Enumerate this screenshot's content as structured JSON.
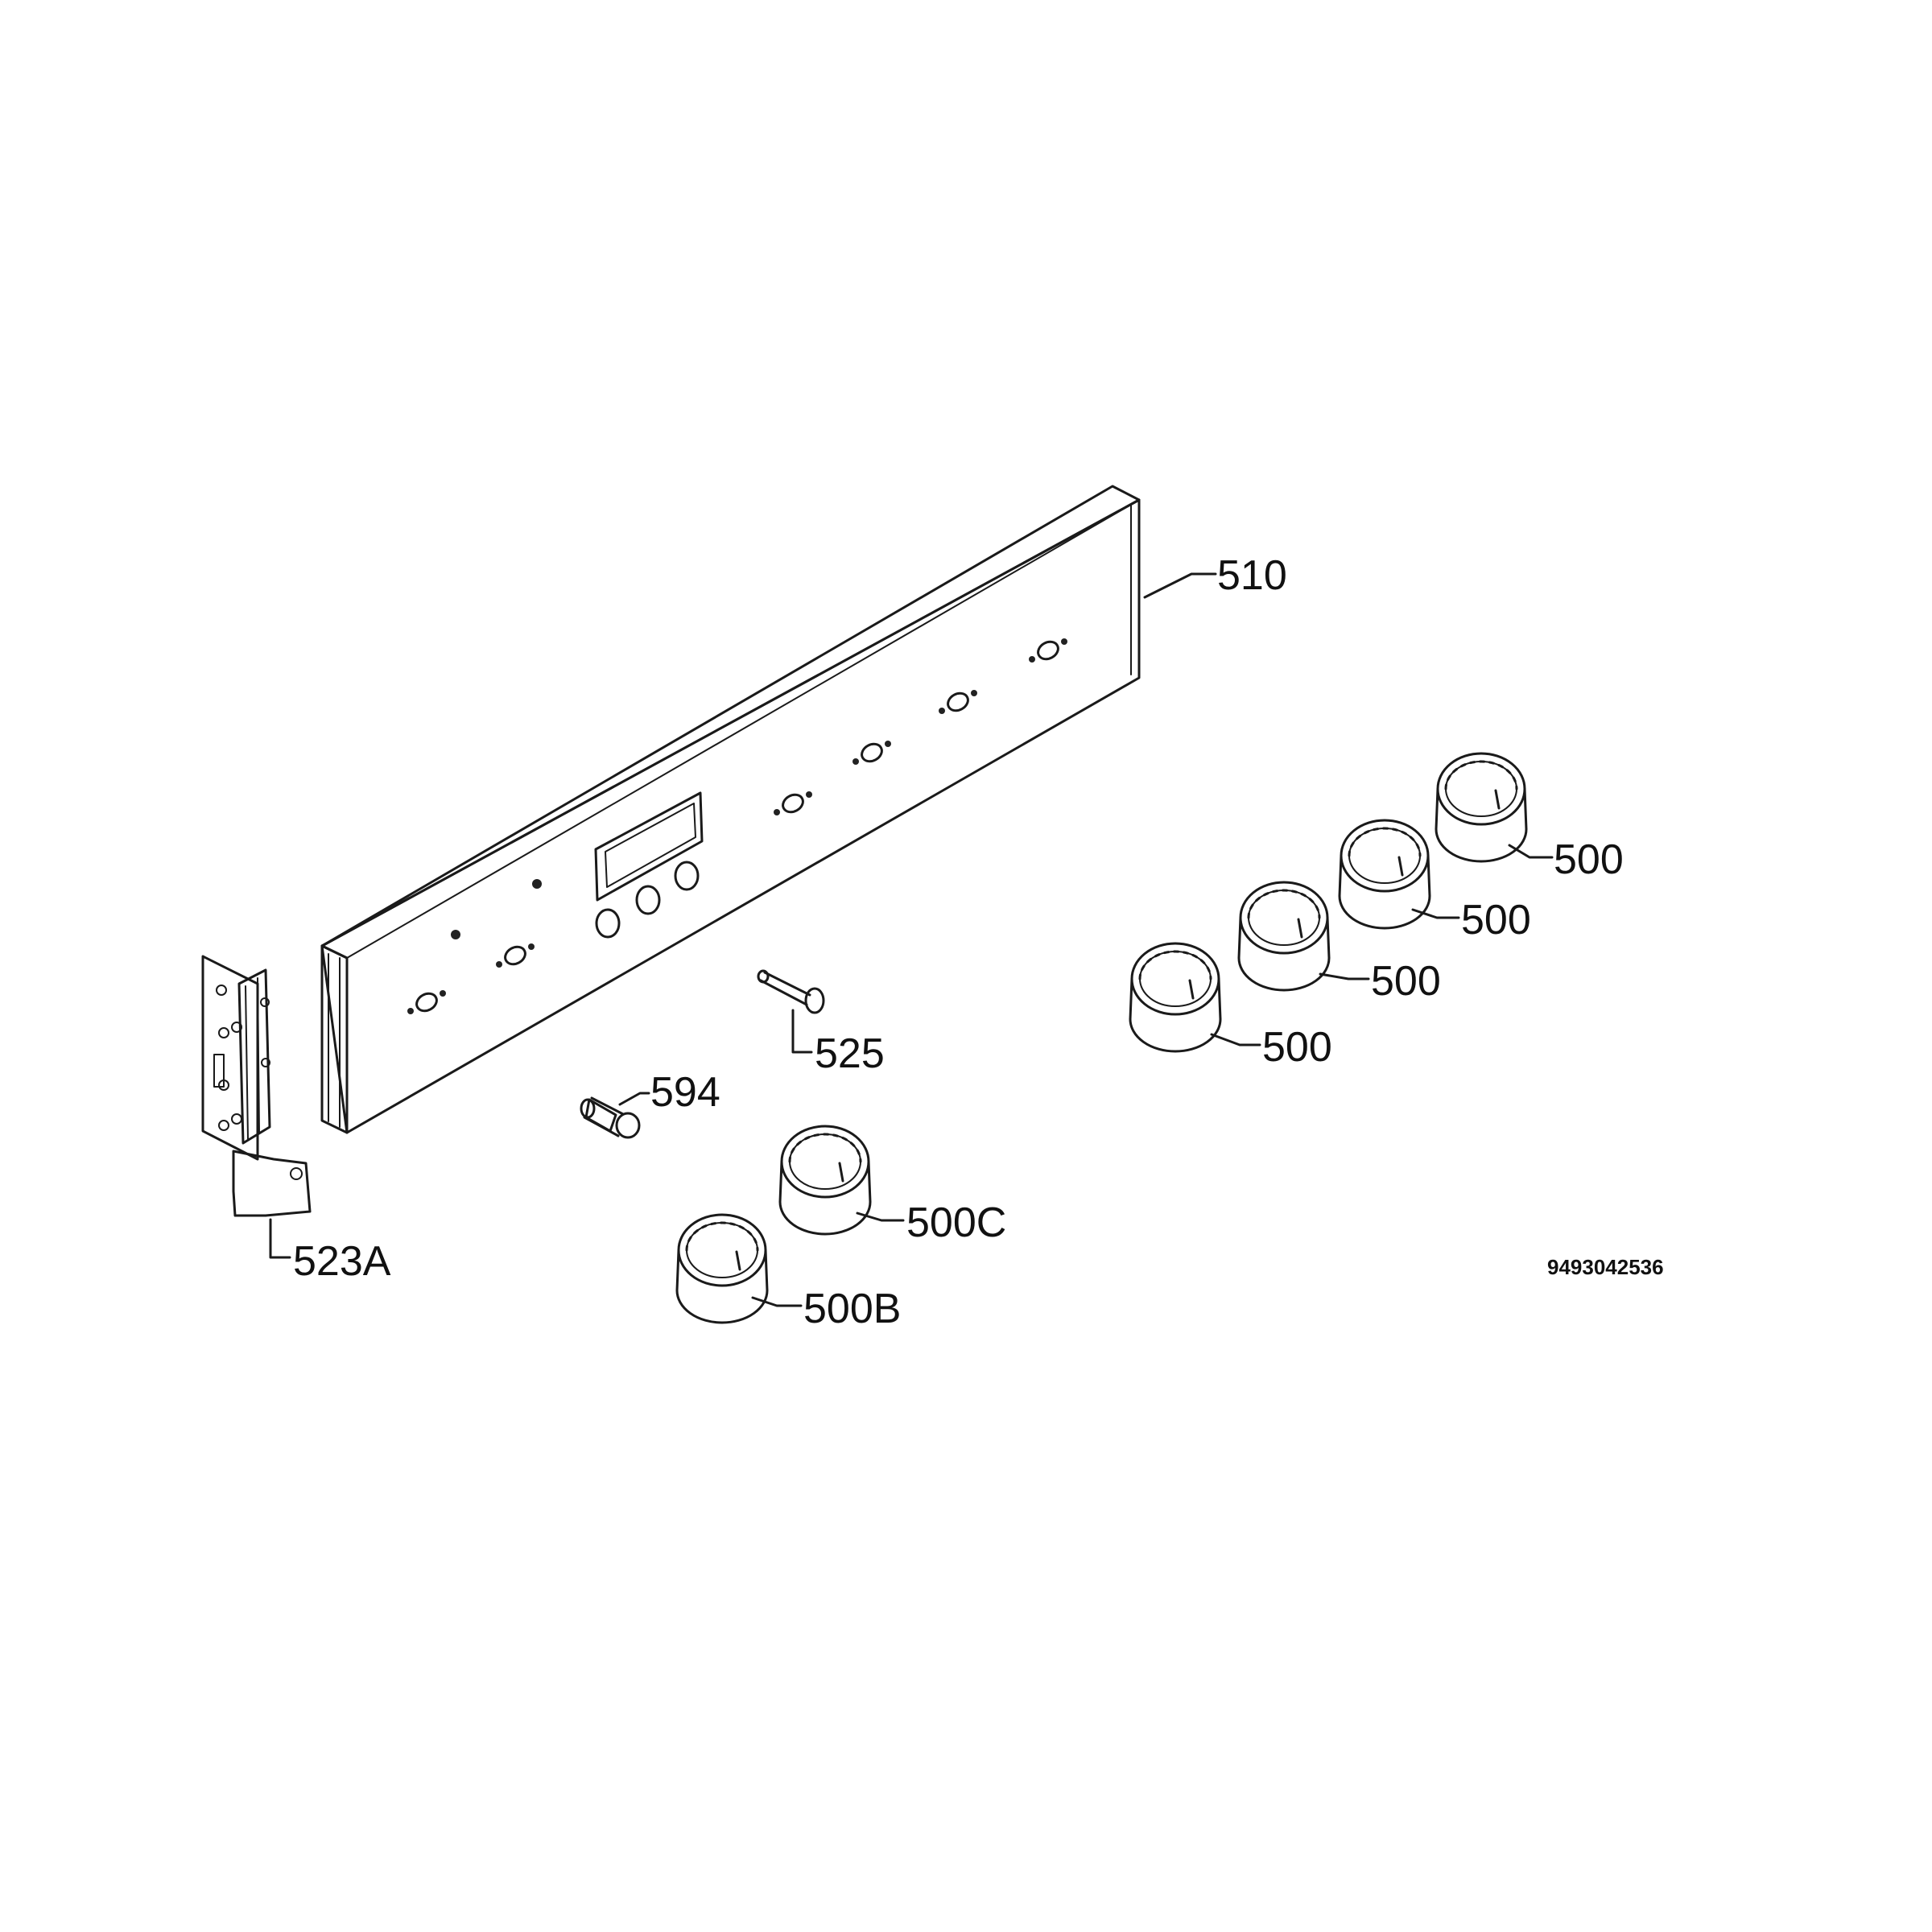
{
  "diagram": {
    "parts": [
      {
        "id": "panel",
        "label": "510"
      },
      {
        "id": "bracket",
        "label": "523A"
      },
      {
        "id": "pin",
        "label": "525"
      },
      {
        "id": "spacer",
        "label": "594"
      },
      {
        "id": "knob1",
        "label": "500"
      },
      {
        "id": "knob2",
        "label": "500"
      },
      {
        "id": "knob3",
        "label": "500"
      },
      {
        "id": "knob4",
        "label": "500"
      },
      {
        "id": "knob5",
        "label": "500C"
      },
      {
        "id": "knob6",
        "label": "500B"
      }
    ],
    "reference_code": "9493042536"
  }
}
